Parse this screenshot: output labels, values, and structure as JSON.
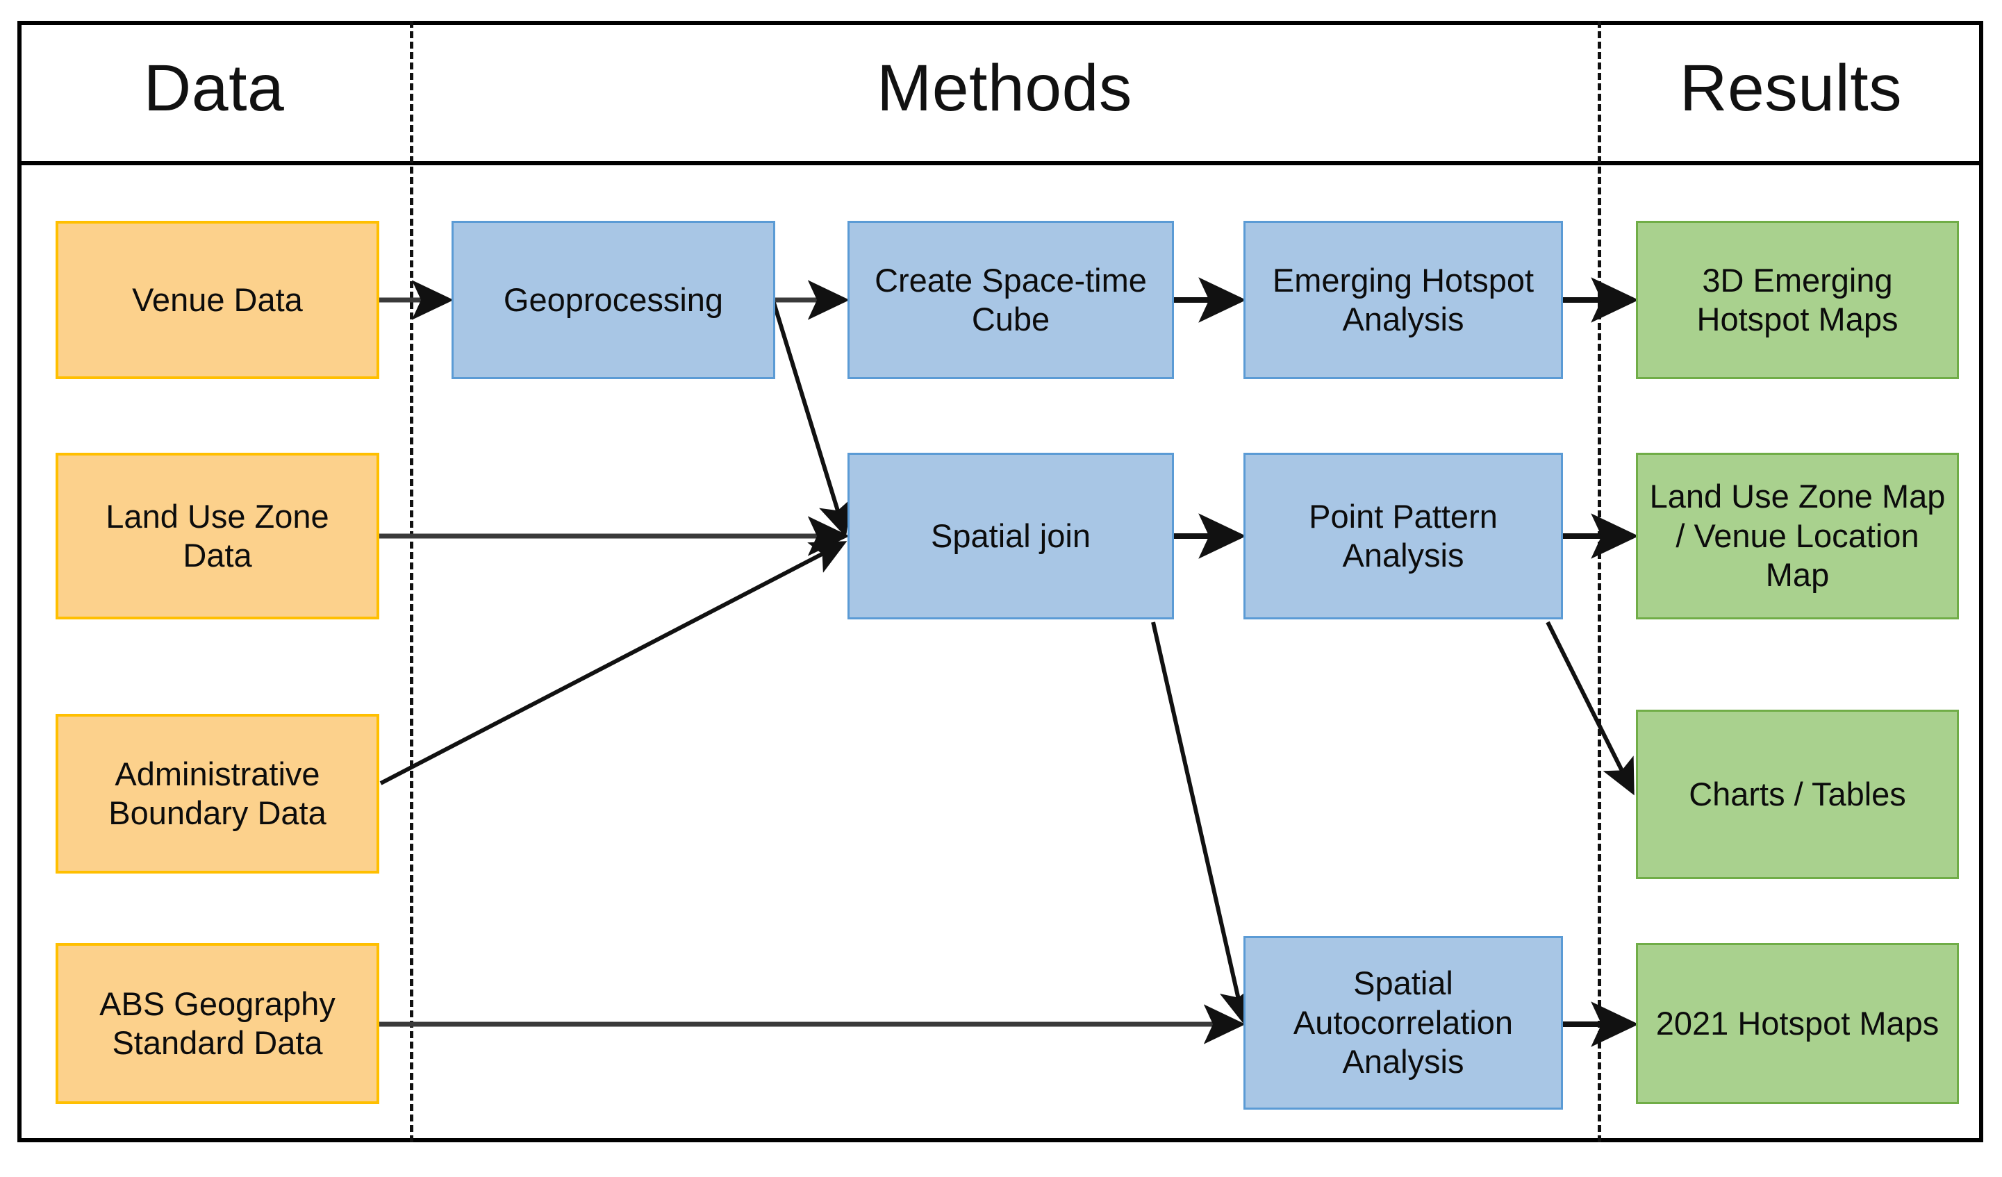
{
  "diagram": {
    "title": "Data / Methods / Results research workflow",
    "columns": [
      {
        "id": "data",
        "label": "Data"
      },
      {
        "id": "methods",
        "label": "Methods"
      },
      {
        "id": "results",
        "label": "Results"
      }
    ],
    "colors": {
      "data_fill": "#FCD18C",
      "data_border": "#FFBF00",
      "method_fill": "#A8C6E5",
      "method_border": "#5B9BD5",
      "result_fill": "#A9D18E",
      "result_border": "#70AD47",
      "frame": "#000000",
      "connector": "#1a1a1a"
    },
    "data_nodes": [
      {
        "id": "venue",
        "label": "Venue  Data"
      },
      {
        "id": "landuse",
        "label": "Land Use Zone Data"
      },
      {
        "id": "admin",
        "label": "Administrative Boundary Data"
      },
      {
        "id": "abs",
        "label": "ABS Geography Standard Data"
      }
    ],
    "method_nodes": [
      {
        "id": "geoprocessing",
        "label": "Geoprocessing"
      },
      {
        "id": "stcube",
        "label": "Create Space-time Cube"
      },
      {
        "id": "eha",
        "label": "Emerging Hotspot Analysis"
      },
      {
        "id": "spatialjoin",
        "label": "Spatial join"
      },
      {
        "id": "ppa",
        "label": "Point Pattern Analysis"
      },
      {
        "id": "sac",
        "label": "Spatial Autocorrelation Analysis"
      }
    ],
    "result_nodes": [
      {
        "id": "hotspot3d",
        "label": "3D Emerging Hotspot Maps"
      },
      {
        "id": "luzmap",
        "label": "Land Use Zone Map / Venue Location Map"
      },
      {
        "id": "charts",
        "label": "Charts / Tables"
      },
      {
        "id": "maps2021",
        "label": "2021 Hotspot Maps"
      }
    ],
    "edges": [
      {
        "from": "venue",
        "to": "geoprocessing"
      },
      {
        "from": "geoprocessing",
        "to": "stcube"
      },
      {
        "from": "stcube",
        "to": "eha"
      },
      {
        "from": "eha",
        "to": "hotspot3d"
      },
      {
        "from": "geoprocessing",
        "to": "spatialjoin"
      },
      {
        "from": "landuse",
        "to": "spatialjoin"
      },
      {
        "from": "admin",
        "to": "spatialjoin"
      },
      {
        "from": "spatialjoin",
        "to": "ppa"
      },
      {
        "from": "ppa",
        "to": "luzmap"
      },
      {
        "from": "ppa",
        "to": "charts"
      },
      {
        "from": "spatialjoin",
        "to": "sac"
      },
      {
        "from": "abs",
        "to": "sac"
      },
      {
        "from": "sac",
        "to": "maps2021"
      }
    ]
  }
}
